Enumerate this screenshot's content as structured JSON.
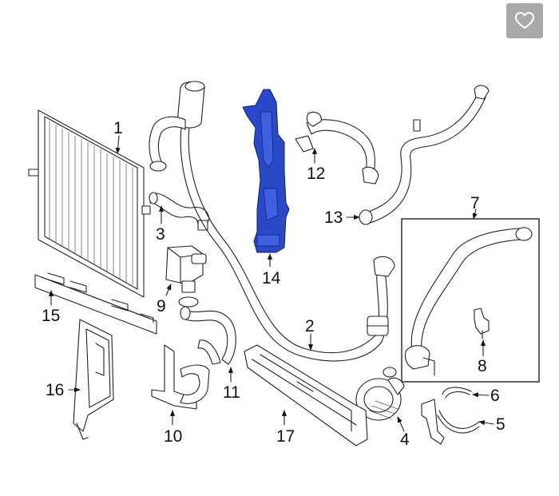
{
  "favorite": {
    "icon": "heart-icon"
  },
  "highlight_color": "#2a49c9",
  "callouts": [
    {
      "id": "1",
      "label": "1"
    },
    {
      "id": "2",
      "label": "2"
    },
    {
      "id": "3",
      "label": "3"
    },
    {
      "id": "4",
      "label": "4"
    },
    {
      "id": "5",
      "label": "5"
    },
    {
      "id": "6",
      "label": "6"
    },
    {
      "id": "7",
      "label": "7"
    },
    {
      "id": "8",
      "label": "8"
    },
    {
      "id": "9",
      "label": "9"
    },
    {
      "id": "10",
      "label": "10"
    },
    {
      "id": "11",
      "label": "11"
    },
    {
      "id": "12",
      "label": "12"
    },
    {
      "id": "13",
      "label": "13"
    },
    {
      "id": "14",
      "label": "14"
    },
    {
      "id": "15",
      "label": "15"
    },
    {
      "id": "16",
      "label": "16"
    },
    {
      "id": "17",
      "label": "17"
    }
  ]
}
